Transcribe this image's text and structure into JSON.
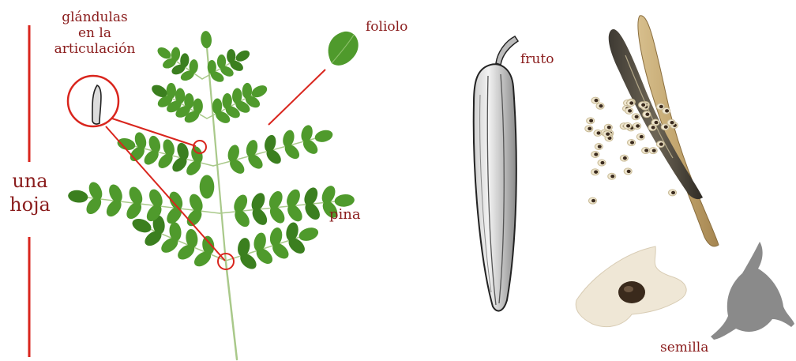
{
  "labels": {
    "glands": [
      "glándulas",
      "en la",
      "articulación"
    ],
    "leaflet": "foliolo",
    "leaf": [
      "una",
      "hoja"
    ],
    "pinna": "pina",
    "fruit": "fruto",
    "seed": "semilla"
  },
  "colors": {
    "label_text": "#8a1c1c",
    "callout_red": "#d9251d",
    "leaf_green": "#4f9a2c",
    "leaf_green_dark": "#3b7f1f",
    "stem": "#a9c98a",
    "pod_tan": "#b89a64",
    "seed_gray": "#7a7a7a"
  }
}
